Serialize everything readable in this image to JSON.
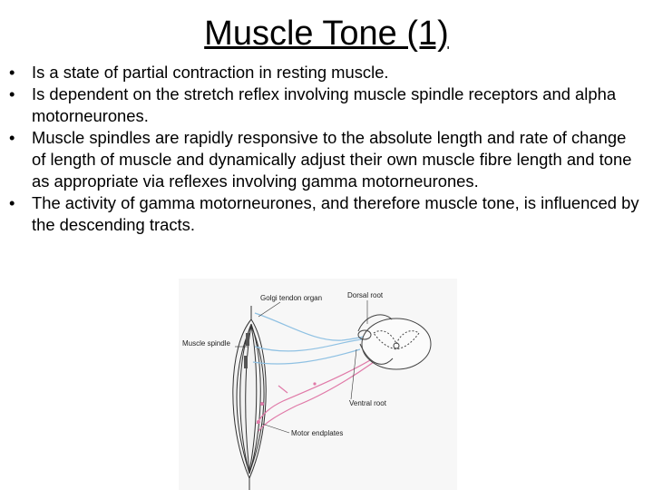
{
  "slide": {
    "title": "Muscle Tone (1)",
    "bullet_glyph": "•",
    "bullets": [
      "Is a state of partial contraction in resting muscle.",
      "Is dependent on the stretch reflex involving muscle spindle receptors and alpha motorneurones.",
      "Muscle spindles are rapidly responsive to the absolute length and rate of change of length of muscle and dynamically adjust their own muscle fibre length and tone as appropriate via reflexes involving gamma motorneurones.",
      "The activity of gamma motorneurones, and therefore muscle tone, is influenced by the descending tracts."
    ]
  },
  "figure": {
    "labels": {
      "golgi": "Golgi tendon organ",
      "dorsal": "Dorsal root",
      "spindle": "Muscle spindle",
      "ventral": "Ventral root",
      "endplates": "Motor endplates"
    },
    "colors": {
      "sensory": "#8fc1e3",
      "motor": "#e07aa8",
      "outline": "#333333"
    }
  }
}
